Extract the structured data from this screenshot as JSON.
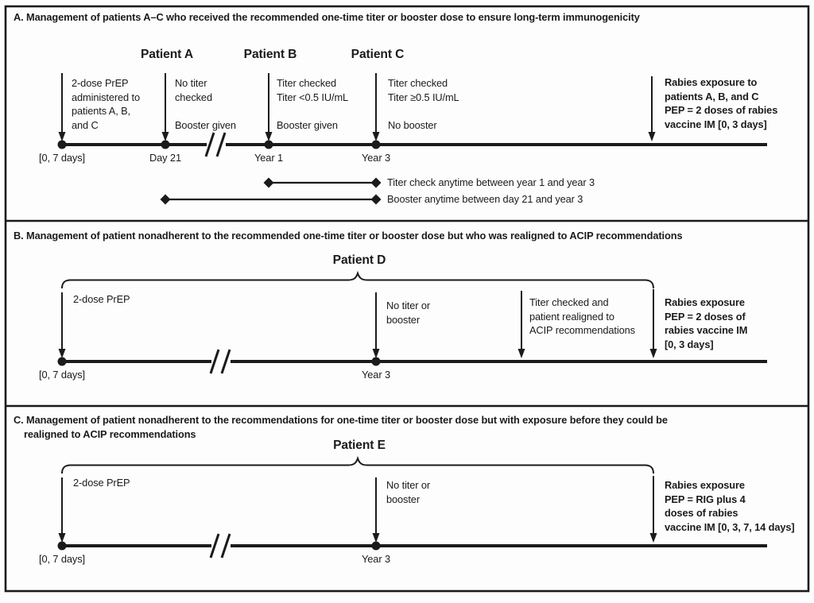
{
  "figure": {
    "ink_color": "#1b1b1b",
    "background_color": "#fdfdfd"
  },
  "panelA": {
    "title": "A. Management of patients A–C who received the recommended one-time titer or booster dose to ensure long-term immunogenicity",
    "patientA": "Patient A",
    "patientB": "Patient B",
    "patientC": "Patient C",
    "dose_note": "2-dose PrEP\nadministered to\npatients A, B,\nand C",
    "tick0": "[0, 7 days]",
    "colA_top": "No titer\nchecked",
    "colA_bottom": "Booster given",
    "tick1": "Day 21",
    "colB_top": "Titer checked\nTiter <0.5 IU/mL",
    "colB_bottom": "Booster given",
    "tick2": "Year 1",
    "colC_top": "Titer checked\nTiter ≥0.5 IU/mL",
    "colC_bottom": "No booster",
    "tick3": "Year 3",
    "exposure": "Rabies exposure to\npatients A, B, and C\nPEP = 2 doses of rabies\nvaccine IM [0, 3 days]",
    "range_titer": "Titer check anytime between year 1 and year 3",
    "range_booster": "Booster anytime between day 21 and year 3"
  },
  "panelB": {
    "title": "B. Management of patient nonadherent to the recommended one-time titer or booster dose but who was realigned to ACIP recommendations",
    "patient": "Patient D",
    "dose_note": "2-dose PrEP",
    "tick0": "[0, 7 days]",
    "no_titer": "No titer or\nbooster",
    "realigned": "Titer checked and\npatient realigned to\nACIP recommendations",
    "exposure": "Rabies exposure\nPEP = 2 doses of\nrabies vaccine IM\n[0, 3 days]",
    "tick1": "Year 3"
  },
  "panelC": {
    "title_1": "C. Management of patient nonadherent to the recommendations for one-time titer or booster dose but with exposure before they could be",
    "title_2": "realigned to ACIP recommendations",
    "patient": "Patient E",
    "dose_note": "2-dose PrEP",
    "tick0": "[0, 7 days]",
    "no_titer": "No titer or\nbooster",
    "exposure": "Rabies exposure\nPEP = RIG plus 4\ndoses of rabies\nvaccine IM [0, 3, 7, 14 days]",
    "tick1": "Year 3"
  }
}
